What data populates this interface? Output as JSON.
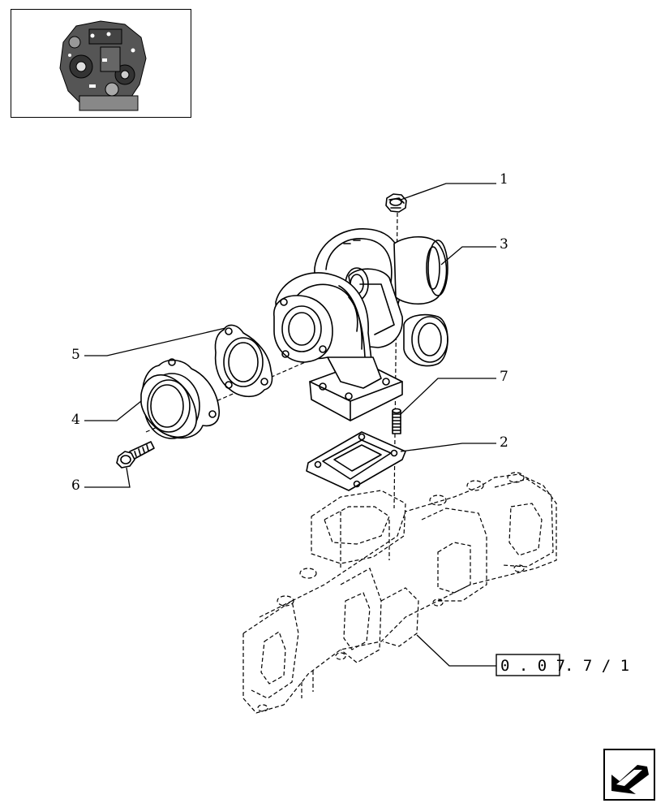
{
  "callouts": [
    {
      "id": "1",
      "label": "1"
    },
    {
      "id": "2",
      "label": "2"
    },
    {
      "id": "3",
      "label": "3"
    },
    {
      "id": "4",
      "label": "4"
    },
    {
      "id": "5",
      "label": "5"
    },
    {
      "id": "6",
      "label": "6"
    },
    {
      "id": "7",
      "label": "7"
    }
  ],
  "reference": {
    "boxed": "0 . 0 7",
    "rest": ". 7 / 1"
  },
  "icons": {
    "thumbnail": "engine-thumbnail-icon",
    "nav": "next-page-arrow-icon"
  }
}
